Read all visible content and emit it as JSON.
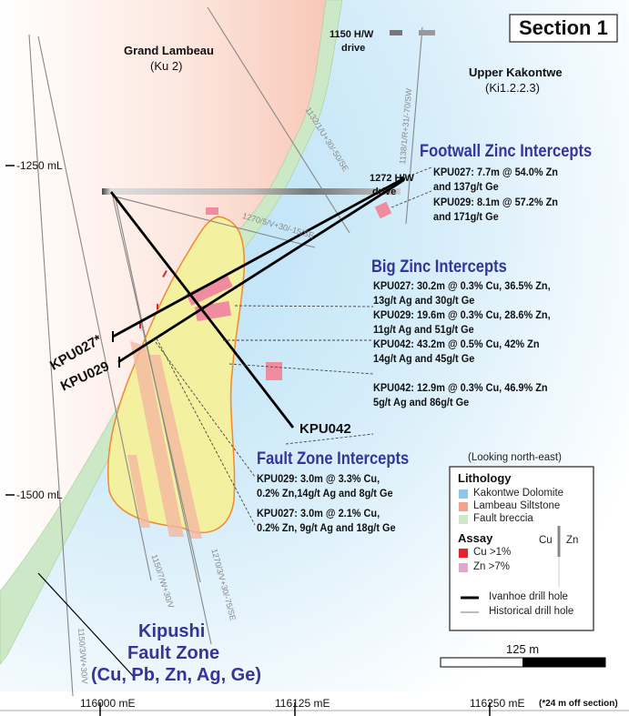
{
  "title": "Section 1",
  "units": {
    "grand_lambeau": "Grand Lambeau",
    "grand_lambeau_code": "(Ku 2)",
    "upper_kakontwe": "Upper Kakontwe",
    "upper_kakontwe_code": "(Ki1.2.2.3)"
  },
  "drives": {
    "d1150": "1150 H/W",
    "d1150_b": "drive",
    "d1272": "1272 H/W",
    "d1272_b": "drive"
  },
  "levels": [
    "-1250 mL",
    "-1500 mL"
  ],
  "eastings": [
    "116000 mE",
    "116125 mE",
    "116250 mE"
  ],
  "off_section_note": "(*24 m off section)",
  "historical_holes": [
    "1132/1/U+30/-50/SE",
    "1138/1/R+31/-70/SW",
    "1270/5/V+30/-15/SE",
    "1150/7/W+30/V",
    "1270/3/V+30/-75/SE",
    "1150/3/W+30/V"
  ],
  "ivanhoe_holes": [
    "KPU027*",
    "KPU029",
    "KPU042"
  ],
  "footwall": {
    "heading": "Footwall Zinc Intercepts",
    "items": [
      [
        "KPU027: 7.7m @ 54.0% Zn",
        "and 137g/t Ge"
      ],
      [
        "KPU029: 8.1m @ 57.2% Zn",
        "and 171g/t Ge"
      ]
    ]
  },
  "big_zinc": {
    "heading": "Big Zinc Intercepts",
    "items": [
      [
        "KPU027: 30.2m @ 0.3% Cu, 36.5% Zn,",
        "13g/t Ag and 30g/t Ge"
      ],
      [
        "KPU029: 19.6m @ 0.3% Cu, 28.6% Zn,",
        "11g/t Ag and 51g/t Ge"
      ],
      [
        "KPU042: 43.2m @ 0.5% Cu, 42% Zn",
        "14g/t Ag and 45g/t Ge"
      ],
      [
        "KPU042: 12.9m @ 0.3% Cu, 46.9% Zn",
        "5g/t Ag and 86g/t Ge"
      ]
    ]
  },
  "fault_zone": {
    "heading": "Fault Zone Intercepts",
    "items": [
      [
        "KPU029: 3.0m @ 3.3% Cu,",
        "0.2% Zn,14g/t Ag and 8g/t Ge"
      ],
      [
        "KPU027: 3.0m @ 2.1% Cu,",
        "0.2% Zn, 9g/t Ag and 18g/t Ge"
      ]
    ]
  },
  "kipushi": [
    "Kipushi",
    "Fault Zone",
    "(Cu, Pb, Zn, Ag, Ge)"
  ],
  "legend": {
    "looking": "(Looking north-east)",
    "lithology_title": "Lithology",
    "lithology": [
      {
        "label": "Kakontwe Dolomite",
        "color": "#8cc8ee"
      },
      {
        "label": "Lambeau Siltstone",
        "color": "#f4a08a"
      },
      {
        "label": "Fault breccia",
        "color": "#cde8c6"
      }
    ],
    "assay_title": "Assay",
    "assay": [
      {
        "label": "Cu >1%",
        "color": "#e8202a"
      },
      {
        "label": "Zn >7%",
        "color": "#e0a8d0"
      }
    ],
    "cu": "Cu",
    "zn": "Zn",
    "ivanhoe": "Ivanhoe drill hole",
    "historical": "Historical drill hole"
  },
  "scale": "125 m"
}
